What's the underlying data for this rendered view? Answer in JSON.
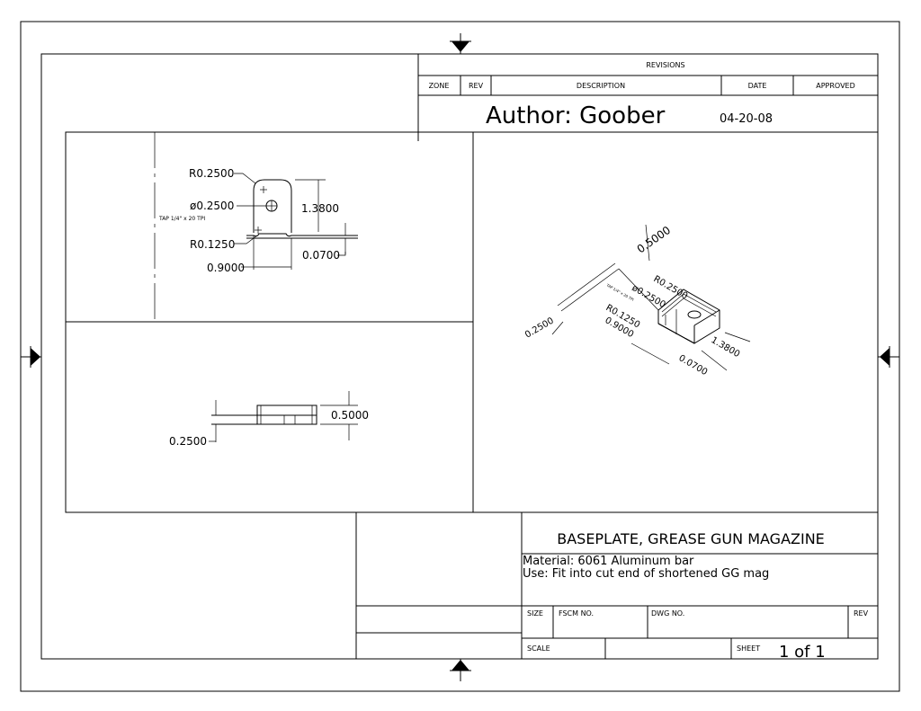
{
  "revisions": {
    "header": "REVISIONS",
    "columns": [
      "ZONE",
      "REV",
      "DESCRIPTION",
      "DATE",
      "APPROVED"
    ]
  },
  "author": {
    "label": "Author: Goober",
    "date": "04-20-08"
  },
  "top_view": {
    "r_top": "R0.2500",
    "hole_dia": "ø0.2500",
    "tap_note": "TAP 1/4\" x 20 TPI",
    "r_bottom": "R0.1250",
    "width": "0.9000",
    "height": "1.3800",
    "lip": "0.0700"
  },
  "front_view": {
    "total_height": "0.5000",
    "lower_height": "0.2500"
  },
  "iso_view": {
    "height": "0.5000",
    "r_top": "R0.2500",
    "hole_dia": "ø0.2500",
    "tap_note": "TAP 1/4\" x 20 TPI",
    "r_bottom": "R0.1250",
    "width": "0.9000",
    "length": "1.3800",
    "lip": "0.0700",
    "base": "0.2500"
  },
  "title_block": {
    "title": "BASEPLATE, GREASE GUN MAGAZINE",
    "material": "Material: 6061 Aluminum bar",
    "use": "Use: Fit into cut end of shortened GG mag",
    "size_label": "SIZE",
    "fscm_label": "FSCM NO.",
    "dwg_label": "DWG NO.",
    "rev_label": "REV",
    "scale_label": "SCALE",
    "sheet_label": "SHEET",
    "sheet_value": "1 of 1"
  }
}
